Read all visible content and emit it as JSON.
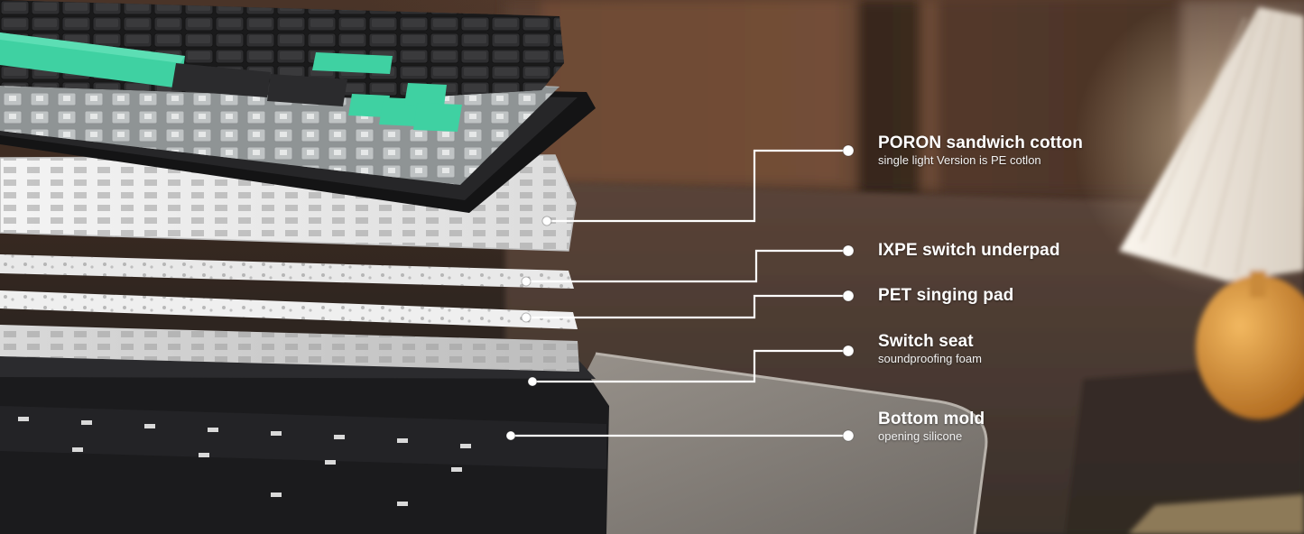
{
  "callouts": [
    {
      "title": "PORON sandwich cotton",
      "subtitle": "single light Version is PE cotlon"
    },
    {
      "title": "IXPE switch underpad",
      "subtitle": ""
    },
    {
      "title": "PET singing pad",
      "subtitle": ""
    },
    {
      "title": "Switch seat",
      "subtitle": "soundproofing foam"
    },
    {
      "title": "Bottom mold",
      "subtitle": "opening silicone"
    }
  ],
  "colors": {
    "accent_keycap": "#3fd1a2",
    "dark_keycap": "#2c2c2e",
    "case": "#1c1c1e",
    "plate": "#ececec",
    "callout_line": "#ffffff"
  },
  "icons": [
    "callout-dot-icon"
  ]
}
